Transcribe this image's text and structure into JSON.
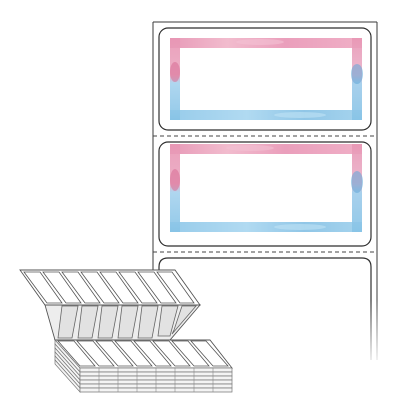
{
  "product": {
    "label_count_visible": 3,
    "colors": {
      "liner_stroke": "#3a3a3a",
      "label_stroke": "#2f2f2f",
      "perforation": "#444444",
      "frame_pink": "#e896b4",
      "frame_pink_light": "#f2b8cc",
      "frame_blue": "#86c3e6",
      "frame_blue_light": "#b4dcf2",
      "stack_fill": "#f2f2f2",
      "stack_shadow": "#c8c8c8"
    }
  },
  "fanfold": {
    "top_row_panels": 8,
    "middle_row_panels": 7,
    "bottom_row_panels": 8,
    "stack_layers": 6
  }
}
